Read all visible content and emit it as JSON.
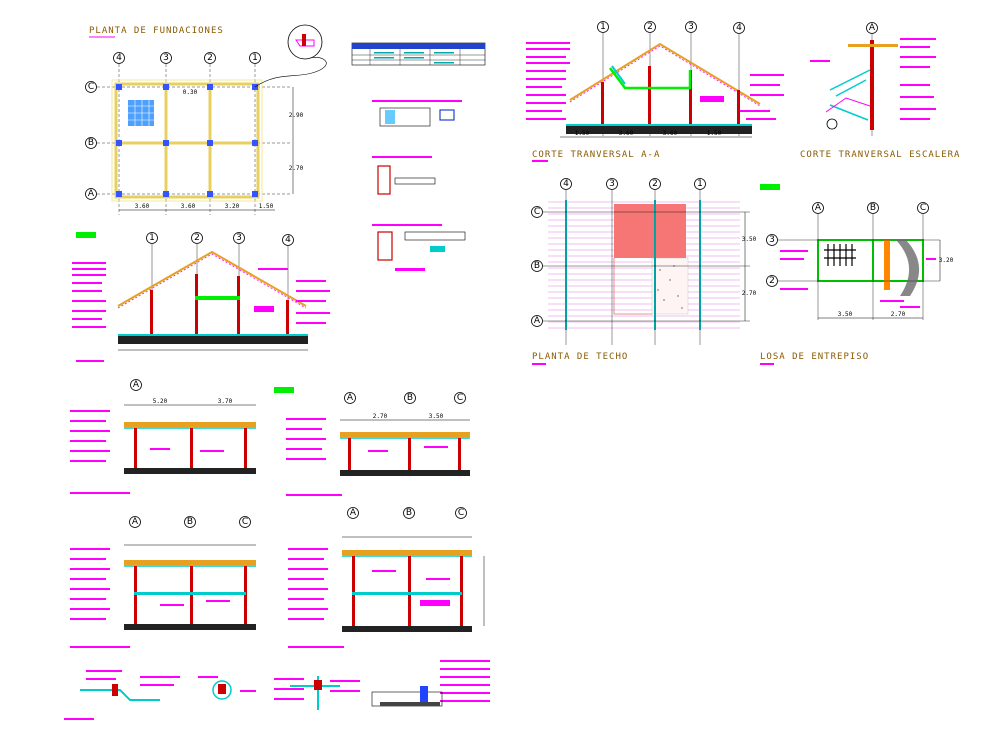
{
  "sheet": {
    "titles": {
      "foundation_plan": "PLANTA DE FUNDACIONES",
      "section_aa": "CORTE TRANVERSAL A-A",
      "section_stair": "CORTE TRANVERSAL ESCALERA",
      "roof_plan": "PLANTA DE TECHO",
      "mezzanine_slab": "LOSA DE ENTREPISO"
    },
    "axes": {
      "foundation_cols": [
        "4",
        "3",
        "2",
        "1"
      ],
      "foundation_rows": [
        "C",
        "B",
        "A"
      ],
      "section_aa_cols": [
        "1",
        "2",
        "3",
        "4"
      ],
      "section_top_right_cols": [
        "1",
        "2",
        "3",
        "4"
      ],
      "roof_cols": [
        "4",
        "3",
        "2",
        "1"
      ],
      "roof_rows": [
        "C",
        "B",
        "A"
      ],
      "slab_cols": [
        "A",
        "B",
        "C"
      ],
      "slab_rows": [
        "3",
        "2"
      ],
      "lower_left_top": [
        "A"
      ],
      "lower_right_top": [
        "A",
        "B",
        "C"
      ],
      "lower_left_bottom": [
        "A",
        "B",
        "C"
      ],
      "lower_right_bottom": [
        "A",
        "B",
        "C"
      ],
      "stair_axis": [
        "A"
      ]
    },
    "dims": {
      "foundation_bottom": [
        "3.60",
        "3.60",
        "3.20",
        "1.50"
      ],
      "foundation_right": [
        "2.90",
        "2.70"
      ],
      "foundation_inner": "0.30",
      "roof_right": [
        "3.50",
        "2.70"
      ],
      "section_aa_bottom": [
        "1.50",
        "3.60",
        "3.60",
        "1.50"
      ],
      "slab_bottom": [
        "3.50",
        "2.70"
      ],
      "slab_right": "3.20",
      "lower_left_top_dims": [
        "5.20",
        "3.70"
      ],
      "lower_right_top_dims": [
        "2.70",
        "3.50"
      ]
    },
    "colors": {
      "title": "#8a5a00",
      "annotation": "#ff00ff",
      "structure": "#e8d060",
      "column": "#cc0000",
      "beam": "#00cccc",
      "highlight": "#00dd00"
    }
  }
}
